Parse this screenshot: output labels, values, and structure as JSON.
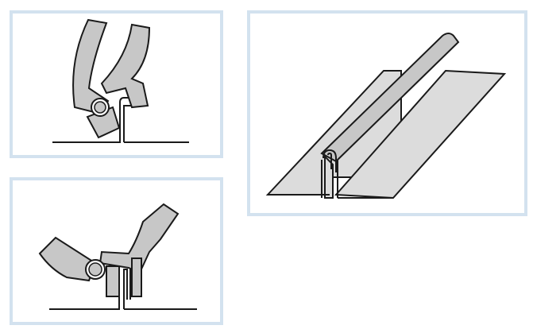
{
  "colors": {
    "panel_border": "#d3e2ef",
    "tool_fill": "#c7c7c7",
    "sheet_fill": "#dcdcdc",
    "outline": "#1a1a1a"
  },
  "panels": [
    {
      "name": "tool-approaching-seam",
      "illustration": "pliers-at-upstand"
    },
    {
      "name": "tool-closing-seam",
      "illustration": "pliers-folding-upstand"
    },
    {
      "name": "finished-standing-seam",
      "illustration": "double-lock-standing-seam-profile"
    }
  ]
}
